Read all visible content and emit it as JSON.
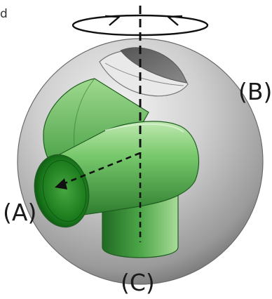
{
  "corner_text": "d",
  "labels": {
    "a": "(A)",
    "b": "(B)",
    "c": "(C)"
  },
  "colors": {
    "sphere_light": "#f2f2f2",
    "sphere_mid": "#c4c4c4",
    "sphere_dark": "#6f6f6f",
    "tube_light": "#a8e09a",
    "tube_mid": "#5fb85a",
    "tube_dark": "#1f6a22",
    "inner_green": "#0e5d14",
    "axis": "#111111"
  },
  "icons": [
    "rotation-arrow-icon"
  ]
}
